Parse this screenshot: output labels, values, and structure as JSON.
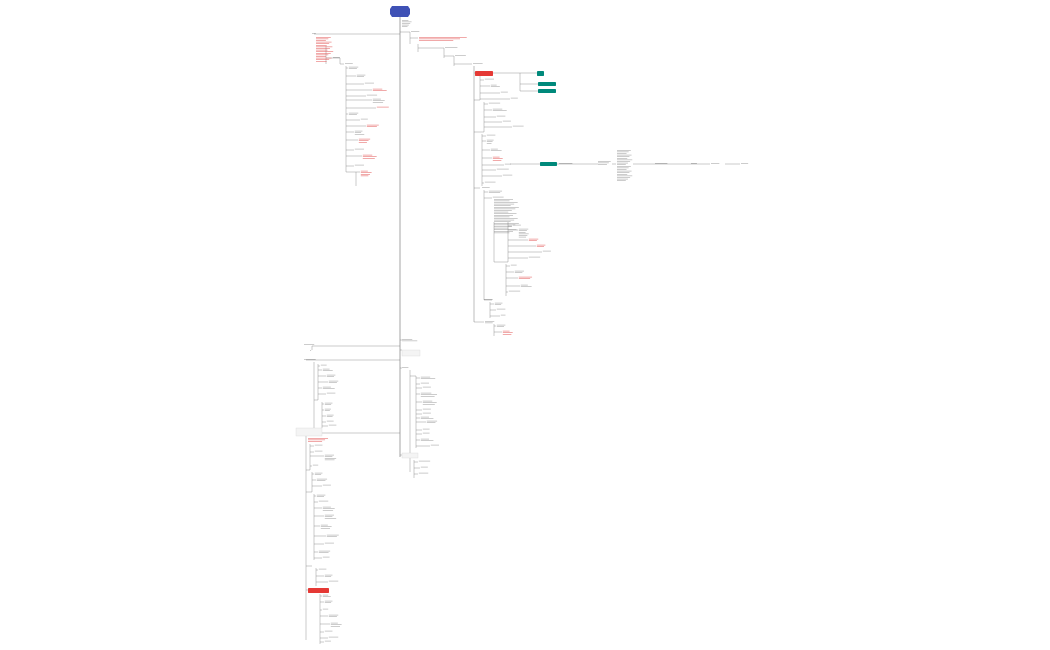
{
  "root": {
    "label": "",
    "fill": "#3f51b5"
  },
  "colors": {
    "line": "#6b6b6b",
    "text": "#555555",
    "red_text": "#e04848",
    "red_node": "#e53935",
    "teal_node": "#00897b",
    "box_fill": "#f4f4f4",
    "box_stroke": "#cfcfcf"
  },
  "highlight_nodes": [
    {
      "kind": "red",
      "label": ""
    },
    {
      "kind": "teal",
      "label": ""
    },
    {
      "kind": "teal",
      "label": ""
    },
    {
      "kind": "teal",
      "label": ""
    },
    {
      "kind": "teal",
      "label": ""
    },
    {
      "kind": "red",
      "label": ""
    }
  ]
}
